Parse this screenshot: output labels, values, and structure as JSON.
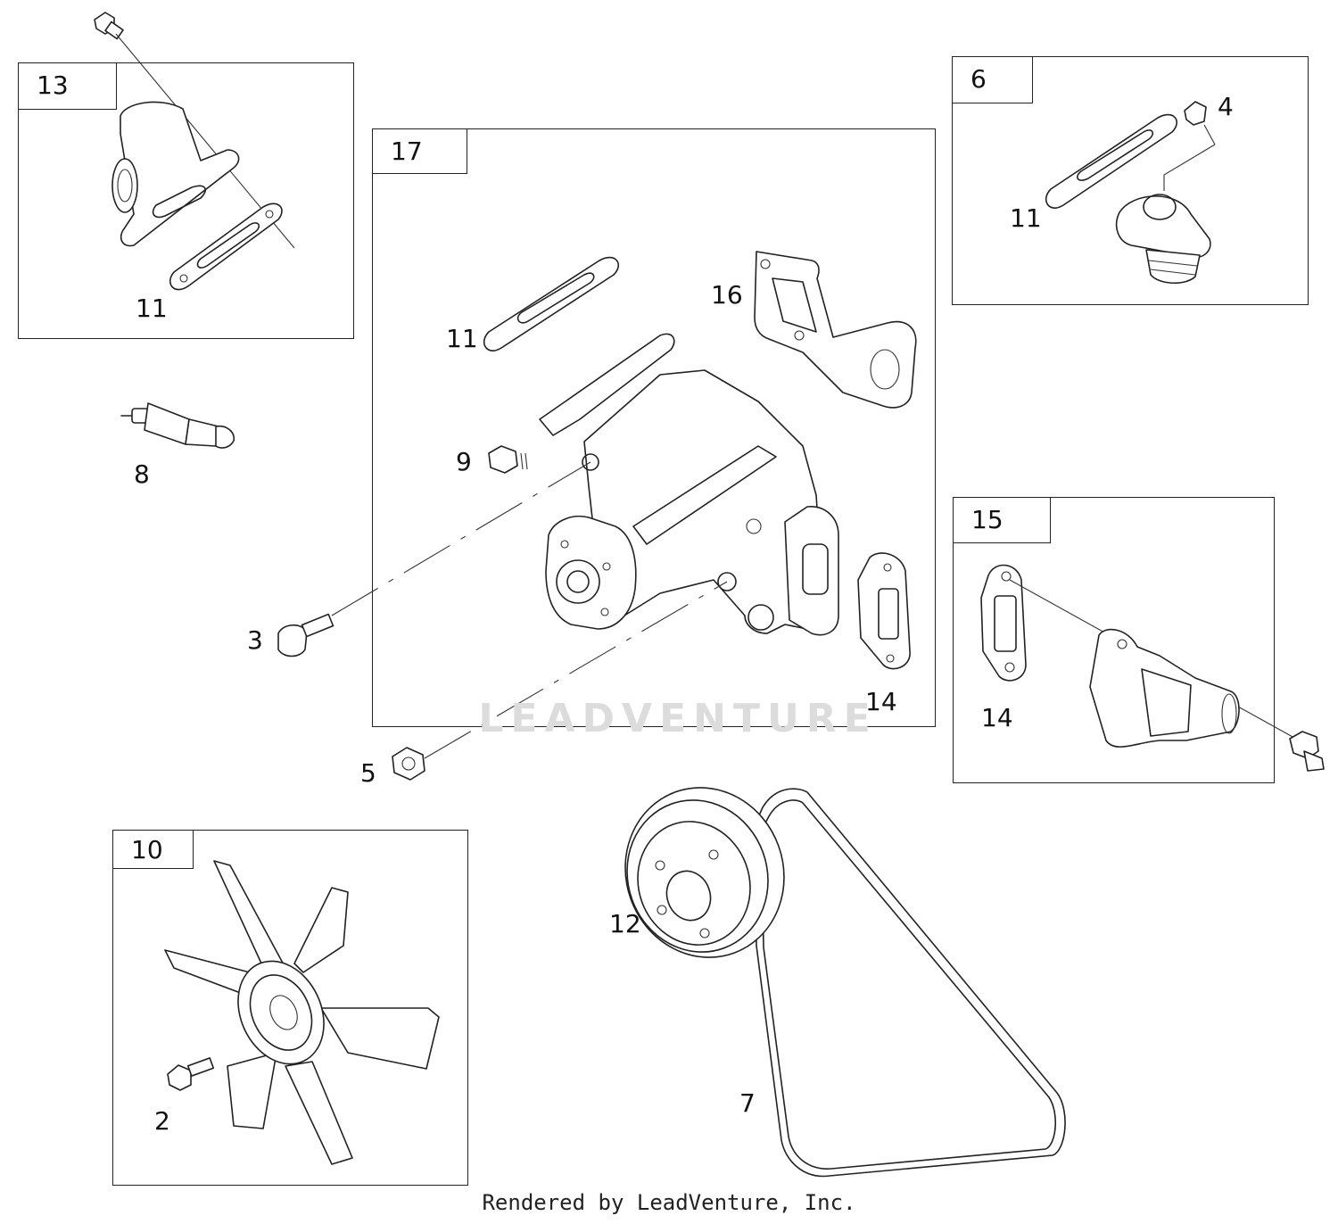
{
  "boxes": {
    "b13": "13",
    "b17": "17",
    "b6": "6",
    "b15": "15",
    "b10": "10"
  },
  "callouts": {
    "c13_11": "11",
    "c8": "8",
    "c17_11": "11",
    "c16": "16",
    "c9": "9",
    "c3": "3",
    "c17_14": "14",
    "c5": "5",
    "c6_4": "4",
    "c6_11": "11",
    "c15_14": "14",
    "c12": "12",
    "c7": "7",
    "c2": "2"
  },
  "watermark": "LEADVENTURE",
  "credit": "Rendered by LeadVenture, Inc."
}
